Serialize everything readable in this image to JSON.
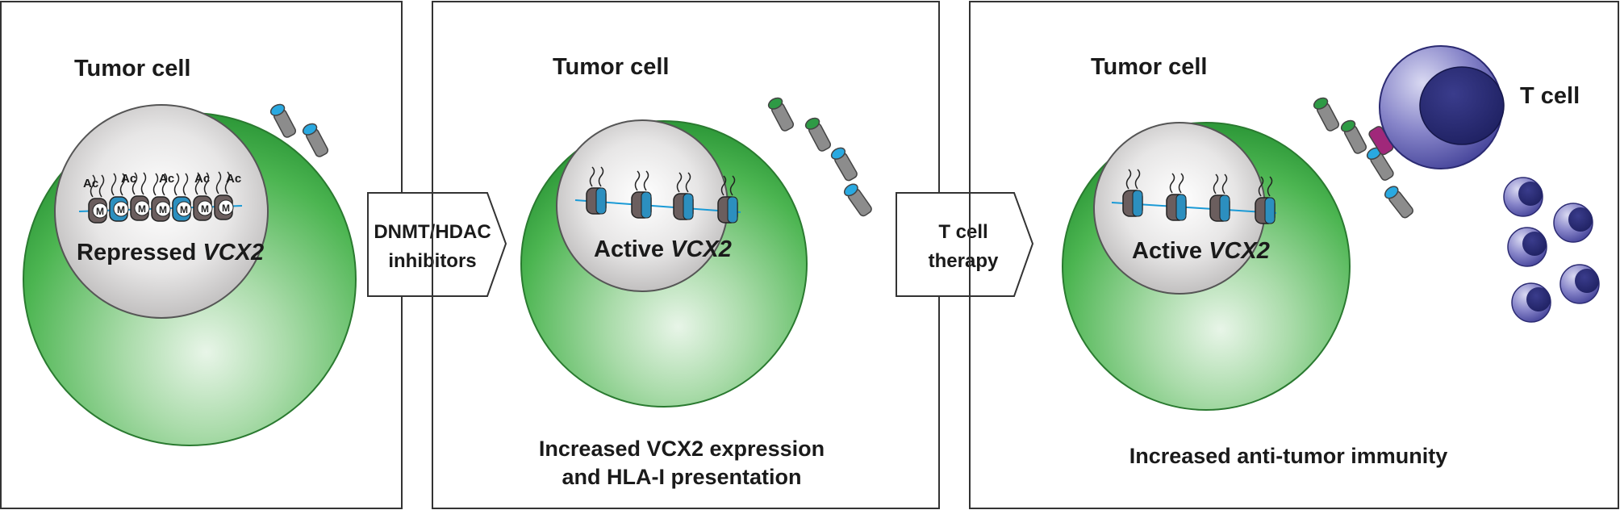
{
  "panel1": {
    "cell_label": "Tumor cell",
    "nucleus_state": "Repressed",
    "gene": "VCX2",
    "acetyl_mark": "Ac",
    "methyl_mark": "M"
  },
  "arrow1": {
    "line1": "DNMT/HDAC",
    "line2": "inhibitors"
  },
  "panel2": {
    "cell_label": "Tumor cell",
    "nucleus_state": "Active",
    "gene": "VCX2",
    "caption_line1": "Increased VCX2 expression",
    "caption_line2": "and HLA-I presentation"
  },
  "arrow2": {
    "line1": "T cell",
    "line2": "therapy"
  },
  "panel3": {
    "cell_label": "Tumor cell",
    "nucleus_state": "Active",
    "gene": "VCX2",
    "tcell_label": "T cell",
    "caption": "Increased anti-tumor immunity"
  },
  "colors": {
    "cell_green": "#3fae49",
    "nucleus_gray": "#c9c7c7",
    "dna_blue": "#1a9ad6",
    "tcell_purple": "#4b4aa6",
    "tcr_magenta": "#a0287a",
    "peptide_blue": "#29a9e1",
    "peptide_green": "#2e9a45",
    "mhc_gray": "#8c8c8c"
  }
}
